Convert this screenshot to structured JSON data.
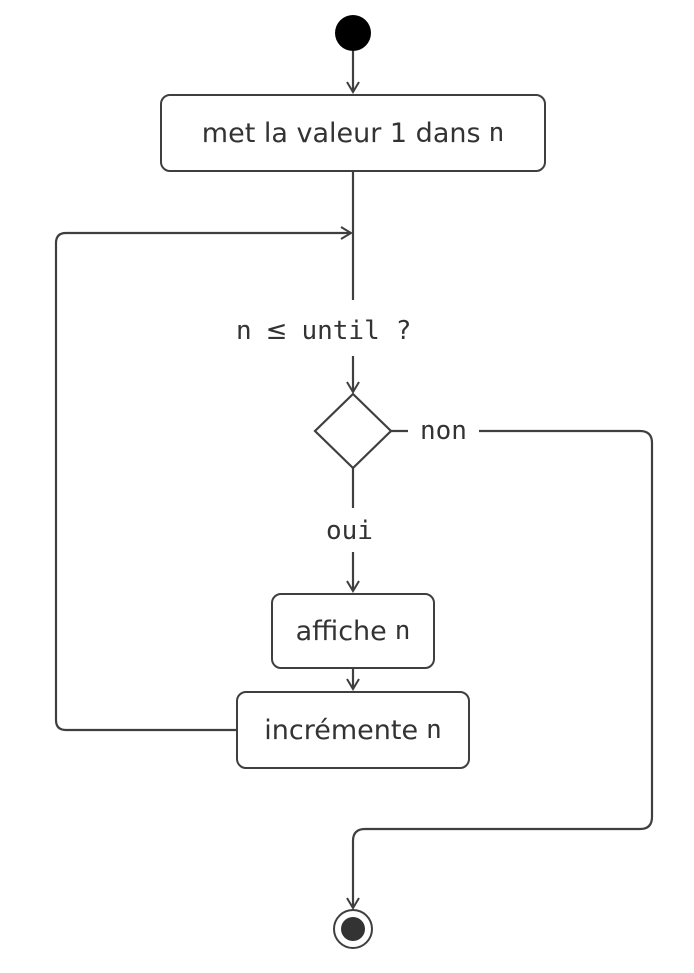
{
  "diagram": {
    "init_action": {
      "text": "met la valeur 1 dans",
      "var": "n"
    },
    "condition": {
      "var": "n",
      "operator": "≤",
      "limit": "until",
      "question": "?"
    },
    "branch_no": "non",
    "branch_yes": "oui",
    "print_action": {
      "text": "affiche",
      "var": "n"
    },
    "increment_action": {
      "text": "incrémente",
      "var": "n"
    }
  },
  "colors": {
    "stroke": "#3f3f3f",
    "text": "#333333",
    "start_node": "#000000",
    "end_node": "#333333"
  }
}
